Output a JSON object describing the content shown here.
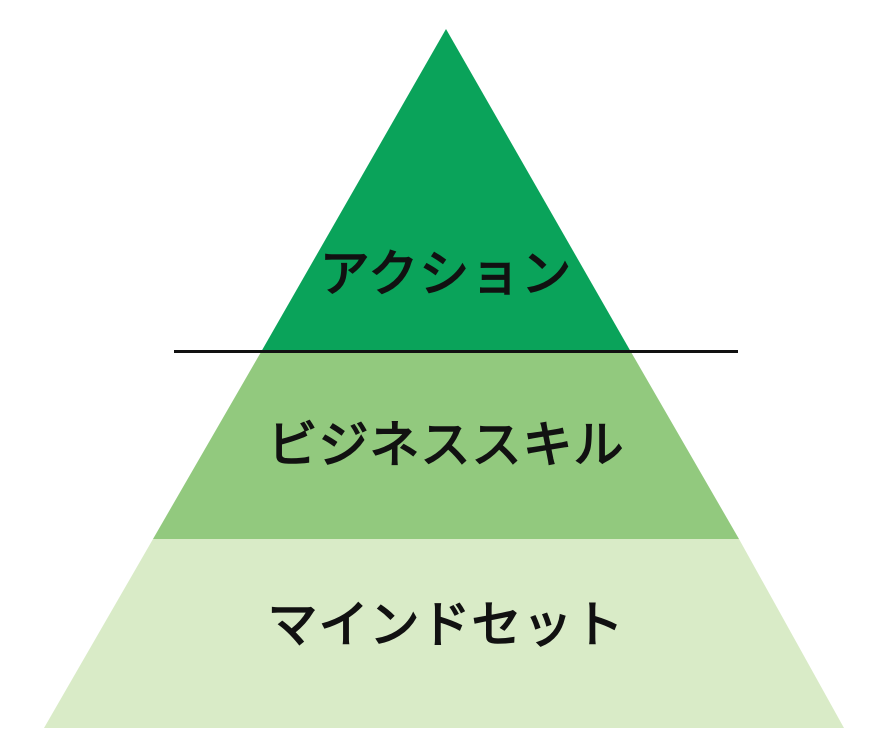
{
  "diagram": {
    "type": "pyramid",
    "levels": [
      {
        "label": "アクション",
        "color": "#0aa35a",
        "position": "top"
      },
      {
        "label": "ビジネススキル",
        "color": "#92c97e",
        "position": "middle"
      },
      {
        "label": "マインドセット",
        "color": "#d9ebc7",
        "position": "bottom"
      }
    ],
    "divider_color": "#111111"
  }
}
